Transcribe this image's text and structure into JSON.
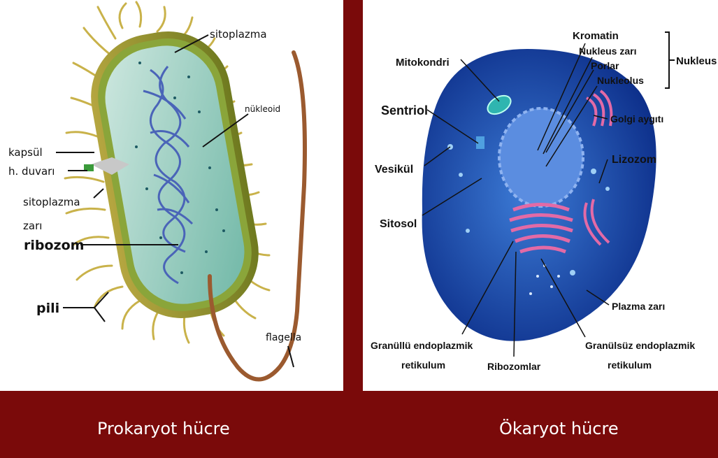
{
  "prokaryote": {
    "caption": "Prokaryot hücre",
    "labels": {
      "sitoplazma_top": "sitoplazma",
      "nukleoid": "nükleoid",
      "kapsul": "kapsül",
      "h_duvari": "h. duvarı",
      "sitoplazma_zari_1": "sitoplazma",
      "sitoplazma_zari_2": "zarı",
      "ribozom": "ribozom",
      "pili": "pili",
      "flagella": "flagella"
    }
  },
  "eukaryote": {
    "caption": "Ökaryot hücre",
    "labels": {
      "kromatin": "Kromatin",
      "nukleus_zari": "Nukleus zarı",
      "porlar": "Porlar",
      "nukleolus": "Nukleolus",
      "nukleus": "Nukleus",
      "mitokondri": "Mitokondri",
      "sentriol": "Sentriol",
      "golgi": "Golgi aygıtı",
      "vesikul": "Vesikül",
      "lizozom": "Lizozom",
      "sitosol": "Sitosol",
      "plazma_zari": "Plazma zarı",
      "granullu_1": "Granüllü endoplazmik",
      "granullu_2": "retikulum",
      "ribozomlar": "Ribozomlar",
      "granulsuz_1": "Granülsüz endoplazmik",
      "granulsuz_2": "retikulum"
    }
  }
}
